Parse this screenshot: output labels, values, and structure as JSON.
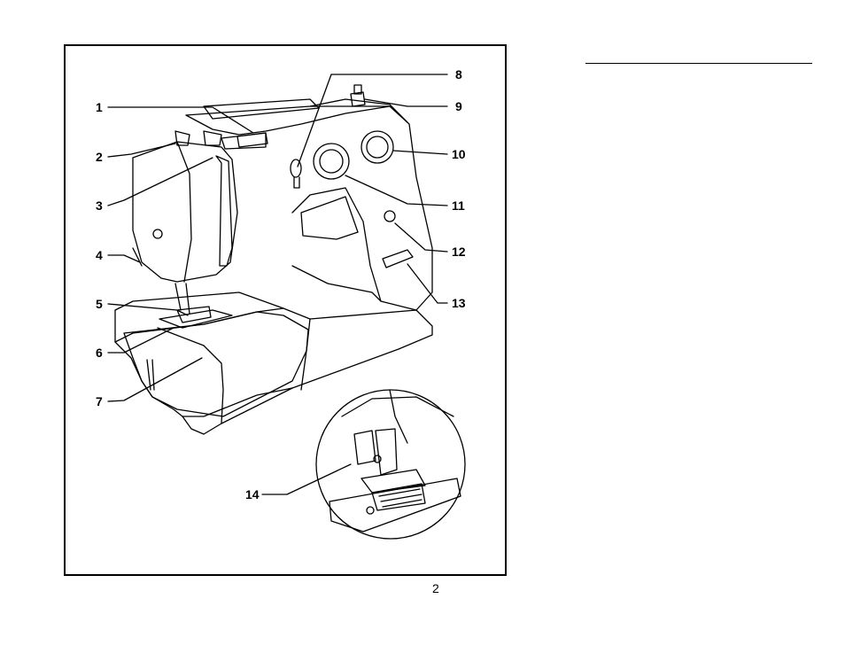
{
  "figure": {
    "callouts": [
      "1",
      "2",
      "3",
      "4",
      "5",
      "6",
      "7",
      "8",
      "9",
      "10",
      "11",
      "12",
      "13",
      "14"
    ]
  },
  "page_number": "2"
}
